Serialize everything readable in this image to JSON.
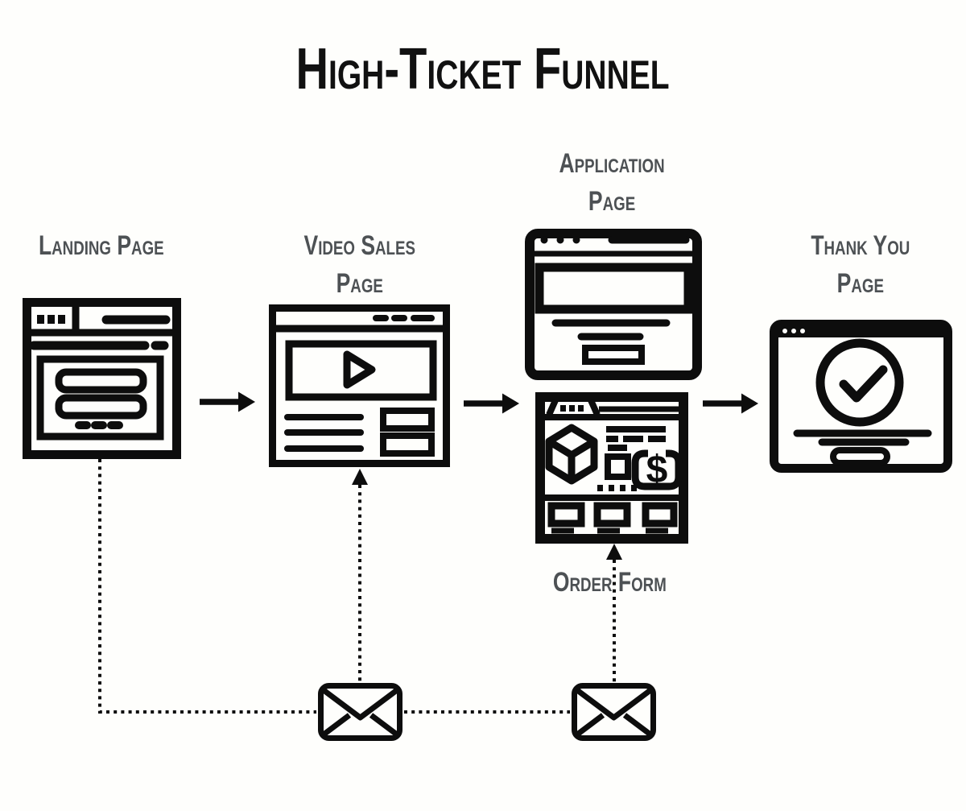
{
  "title": "High-Ticket Funnel",
  "colors": {
    "ink": "#0d0d0d",
    "label_gray": "#4d5154",
    "background": "#fefefc"
  },
  "nodes": [
    {
      "id": "landing-page",
      "label_lines": [
        "Landing Page"
      ],
      "icon": "landing-page-browser-icon"
    },
    {
      "id": "video-sales-page",
      "label_lines": [
        "Video Sales",
        "Page"
      ],
      "icon": "video-sales-browser-icon"
    },
    {
      "id": "application-page",
      "label_lines": [
        "Application",
        "Page"
      ],
      "icon": "application-browser-icon"
    },
    {
      "id": "order-form",
      "label_lines": [
        "Order Form"
      ],
      "icon": "order-form-browser-icon",
      "currency_symbol": "$"
    },
    {
      "id": "thank-you-page",
      "label_lines": [
        "Thank You",
        "Page"
      ],
      "icon": "thank-you-browser-icon"
    }
  ],
  "emails": [
    {
      "id": "email-1",
      "icon": "envelope-icon"
    },
    {
      "id": "email-2",
      "icon": "envelope-icon"
    }
  ]
}
